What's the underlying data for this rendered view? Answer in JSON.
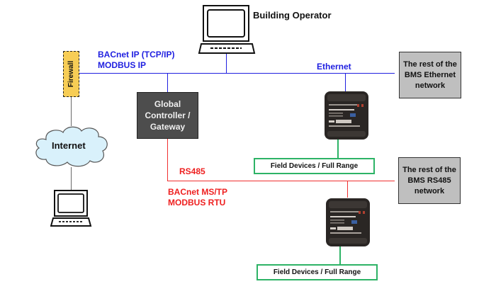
{
  "diagram": {
    "building_operator": {
      "label": "Building Operator"
    },
    "firewall": {
      "label": "Firewall"
    },
    "internet": {
      "label": "Internet"
    },
    "ip_protocols": [
      "BACnet IP (TCP/IP)",
      "MODBUS IP"
    ],
    "ethernet_label": "Ethernet",
    "gateway": {
      "lines": [
        "Global",
        "Controller /",
        "Gateway"
      ]
    },
    "rest_ethernet": {
      "lines": [
        "The rest of the",
        "BMS Ethernet",
        "network"
      ]
    },
    "rest_rs485": {
      "lines": [
        "The rest of the",
        "BMS RS485",
        "network"
      ]
    },
    "rs485_label": "RS485",
    "serial_protocols": [
      "BACnet MS/TP",
      "MODBUS RTU"
    ],
    "field_devices": [
      "Field Devices / Full Range",
      "Field Devices / Full Range"
    ],
    "colors": {
      "ethernet_line": "#1f1fe0",
      "rs485_line": "#f03030",
      "field_line": "#2db366",
      "firewall_fill": "#f7cd55",
      "gateway_fill": "#4d4d4d",
      "rest_fill": "#bfbfbf",
      "cloud_fill": "#d9f1fb"
    }
  }
}
